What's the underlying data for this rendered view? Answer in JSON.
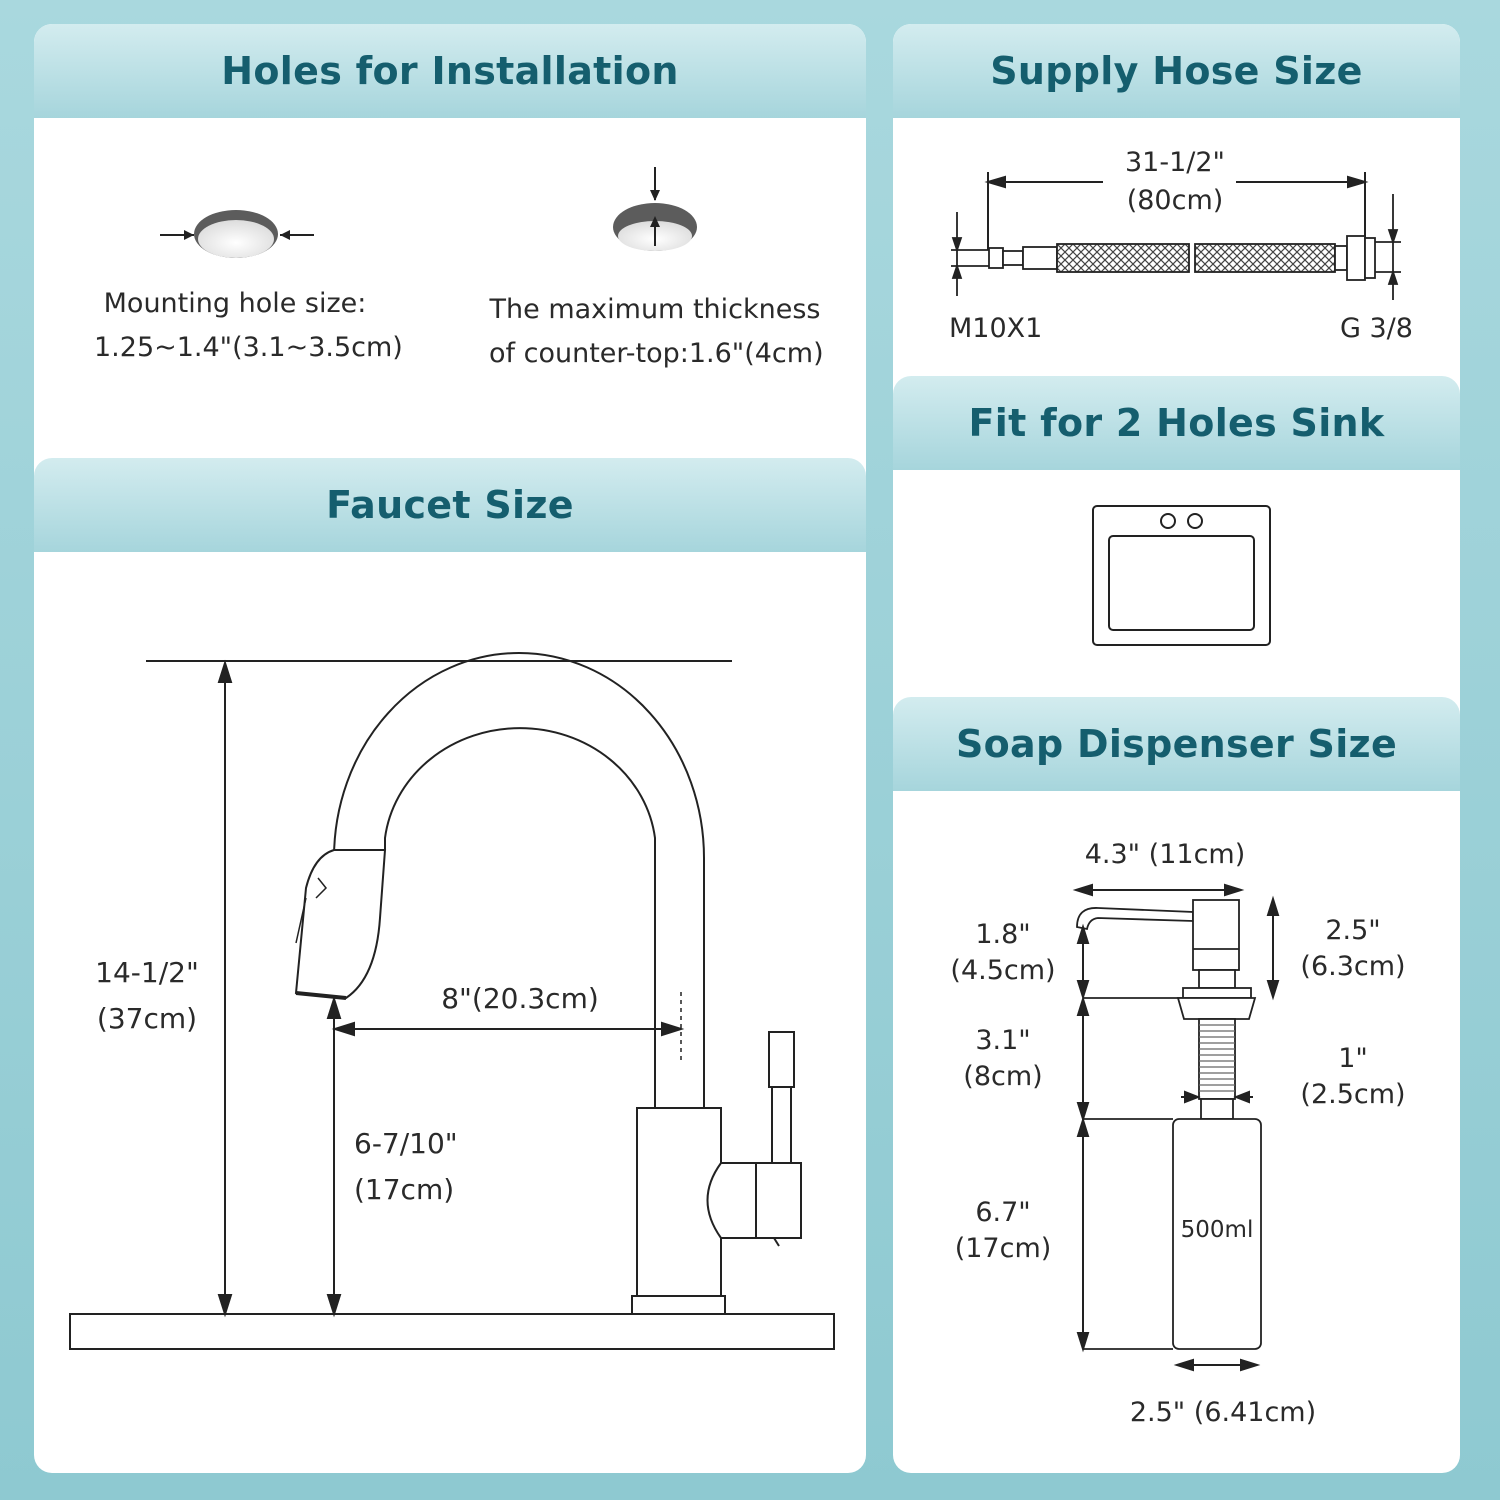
{
  "colors": {
    "accent": "#155e6e",
    "header": "#a6d5dc",
    "background": "#8ec9d1",
    "panel": "#ffffff",
    "line": "#222222"
  },
  "holes": {
    "title": "Holes for Installation",
    "mount_line1": "Mounting hole size:",
    "mount_line2": "1.25~1.4\"(3.1~3.5cm)",
    "thick_line1": "The maximum thickness",
    "thick_line2": "of counter-top:1.6\"(4cm)"
  },
  "hose": {
    "title": "Supply Hose Size",
    "length_line1": "31-1/2\"",
    "length_line2": "(80cm)",
    "left_thread": "M10X1",
    "right_thread": "G 3/8"
  },
  "sink": {
    "title": "Fit for 2 Holes Sink"
  },
  "faucet": {
    "title": "Faucet Size",
    "height_line1": "14-1/2\"",
    "height_line2": "(37cm)",
    "reach": "8\"(20.3cm)",
    "spout_line1": "6-7/10\"",
    "spout_line2": "(17cm)"
  },
  "soap": {
    "title": "Soap Dispenser Size",
    "width": "4.3\" (11cm)",
    "nozzle_line1": "1.8\"",
    "nozzle_line2": "(4.5cm)",
    "head_line1": "2.5\"",
    "head_line2": "(6.3cm)",
    "shank_line1": "3.1\"",
    "shank_line2": "(8cm)",
    "dia_line1": "1\"",
    "dia_line2": "(2.5cm)",
    "bottle_line1": "6.7\"",
    "bottle_line2": "(17cm)",
    "capacity": "500ml",
    "bottle_width": "2.5\" (6.41cm)"
  }
}
